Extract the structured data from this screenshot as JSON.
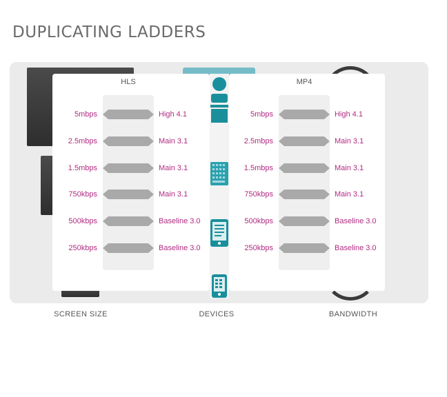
{
  "title": "DUPLICATING LADDERS",
  "ladders": [
    {
      "name": "HLS",
      "rows": [
        {
          "rate": "5mbps",
          "profile": "High 4.1"
        },
        {
          "rate": "2.5mbps",
          "profile": "Main 3.1"
        },
        {
          "rate": "1.5mbps",
          "profile": "Main 3.1"
        },
        {
          "rate": "750kbps",
          "profile": "Main 3.1"
        },
        {
          "rate": "500kbps",
          "profile": "Baseline 3.0"
        },
        {
          "rate": "250kbps",
          "profile": "Baseline 3.0"
        }
      ]
    },
    {
      "name": "MP4",
      "rows": [
        {
          "rate": "5mbps",
          "profile": "High 4.1"
        },
        {
          "rate": "2.5mbps",
          "profile": "Main 3.1"
        },
        {
          "rate": "1.5mbps",
          "profile": "Main 3.1"
        },
        {
          "rate": "750kbps",
          "profile": "Main 3.1"
        },
        {
          "rate": "500kbps",
          "profile": "Baseline 3.0"
        },
        {
          "rate": "250kbps",
          "profile": "Baseline 3.0"
        }
      ]
    }
  ],
  "footer": {
    "screen_size": "SCREEN SIZE",
    "devices": "DEVICES",
    "bandwidth": "BANDWIDTH"
  },
  "icons": [
    "person-icon",
    "keyboard-icon",
    "tablet-icon",
    "phone-icon"
  ],
  "colors": {
    "accent": "#b02a82",
    "teal": "#1a8f9c",
    "arrow": "#a9a9a9"
  }
}
